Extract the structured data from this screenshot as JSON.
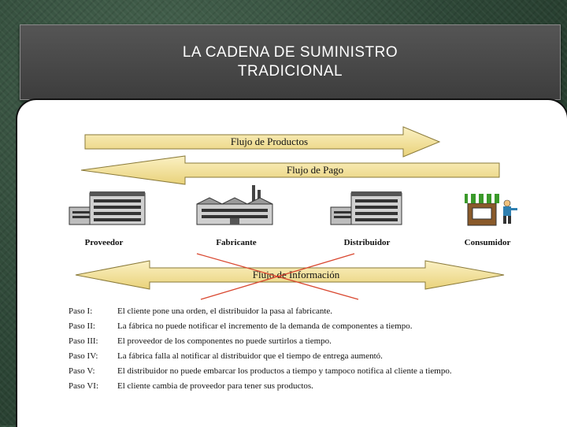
{
  "title": {
    "line1": "LA  CADENA DE SUMINISTRO",
    "line2": "TRADICIONAL"
  },
  "flows": {
    "productos": "Flujo de Productos",
    "pago": "Flujo de Pago",
    "informacion": "Flujo de Información"
  },
  "nodes": [
    "Proveedor",
    "Fabricante",
    "Distribuidor",
    "Consumidor"
  ],
  "steps": [
    {
      "key": "Paso I:",
      "text": "El cliente pone una orden, el distribuidor la pasa al fabricante."
    },
    {
      "key": "Paso II:",
      "text": "La fábrica no puede notificar el incremento de la demanda de componentes a tiempo."
    },
    {
      "key": "Paso III:",
      "text": "El proveedor de los componentes no puede surtirlos a tiempo."
    },
    {
      "key": "Paso IV:",
      "text": "La fábrica falla al notificar al distribuidor que el tiempo de entrega aumentó."
    },
    {
      "key": "Paso V:",
      "text": "El distribuidor no puede embarcar los productos a tiempo y tampoco notifica al cliente a tiempo."
    },
    {
      "key": "Paso VI:",
      "text": "El cliente cambia de proveedor para tener sus productos."
    }
  ],
  "colors": {
    "arrow_fill": "#f6e7a3",
    "arrow_stroke": "#8a7a3a",
    "cross": "#d9472f",
    "awning": "#3a9a2a"
  }
}
